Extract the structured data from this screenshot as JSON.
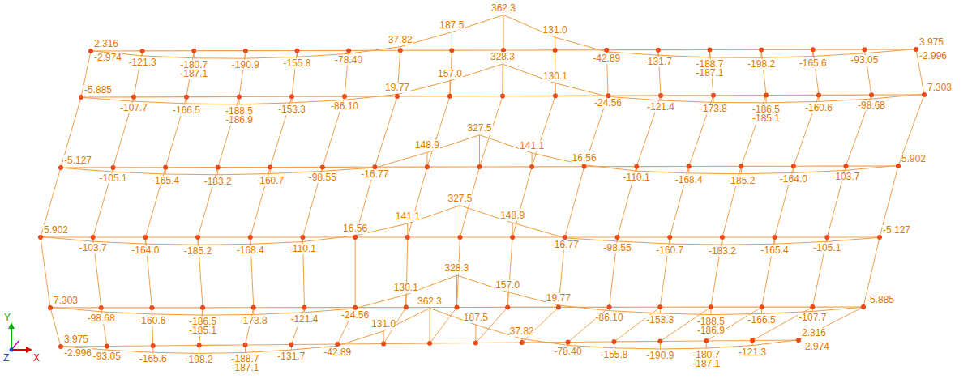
{
  "diagram": {
    "labels": [
      "2.316",
      "-2.974",
      "-121.3",
      "-180.7",
      "-187.1",
      "-190.9",
      "-155.8",
      "-78.40",
      "37.82",
      "187.5",
      "362.3",
      "131.0",
      "-42.89",
      "-131.7",
      "-188.7",
      "-187.1",
      "-198.2",
      "-165.6",
      "-93.05",
      "3.975",
      "-2.996",
      "-5.885",
      "-107.7",
      "-166.5",
      "-188.5",
      "-186.9",
      "-153.3",
      "-86.10",
      "19.77",
      "157.0",
      "328.3",
      "130.1",
      "-24.56",
      "-121.4",
      "-173.8",
      "-186.5",
      "-185.1",
      "-160.6",
      "-98.68",
      "7.303",
      "-5.127",
      "-105.1",
      "-165.4",
      "-183.2",
      "-160.7",
      "-98.55",
      "-16.77",
      "148.9",
      "327.5",
      "141.1",
      "16.56",
      "-110.1",
      "-168.4",
      "-185.2",
      "-164.0",
      "-103.7",
      "5.902",
      "5.902",
      "-103.7",
      "-164.0",
      "-185.2",
      "-168.4",
      "-110.1",
      "16.56",
      "141.1",
      "327.5",
      "148.9",
      "-16.77",
      "-98.55",
      "-160.7",
      "-183.2",
      "-165.4",
      "-105.1",
      "-5.127",
      "7.303",
      "-98.68",
      "-160.6",
      "-186.5",
      "-185.1",
      "-173.8",
      "-121.4",
      "-24.56",
      "130.1",
      "328.3",
      "157.0",
      "19.77",
      "-86.10",
      "-153.3",
      "-188.5",
      "-186.9",
      "-166.5",
      "-107.7",
      "-5.885",
      "3.975",
      "-2.996",
      "-93.05",
      "-165.6",
      "-198.2",
      "-188.7",
      "-187.1",
      "-131.7",
      "-42.89",
      "131.0",
      "362.3",
      "187.5",
      "37.82",
      "-78.40",
      "-155.8",
      "-190.9",
      "-180.7",
      "-187.1",
      "-121.3",
      "2.316",
      "-2.974",
      "Y",
      "Z",
      "X"
    ]
  }
}
